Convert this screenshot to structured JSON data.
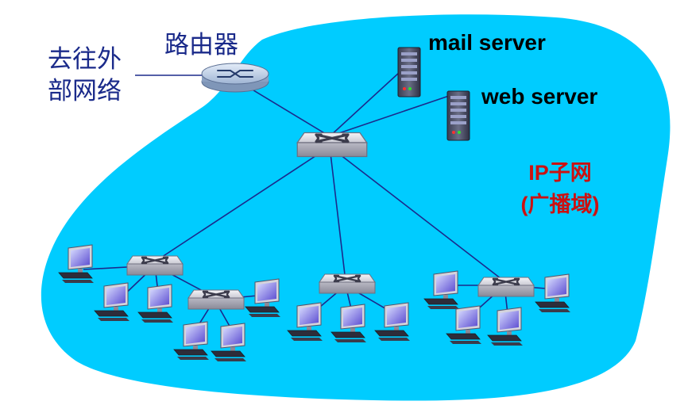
{
  "labels": {
    "external": [
      "去往外",
      "部网络"
    ],
    "router": "路由器",
    "mail_server": "mail server",
    "web_server": "web server",
    "subnet": [
      "IP子网",
      "(广播域)"
    ]
  },
  "colors": {
    "subnet_fill": "#00ccff",
    "link": "#1b2a8c",
    "device_edge": "#6f6f80",
    "label_blue": "#1a2a8a",
    "label_red": "#cc1111"
  },
  "icons": {
    "router": "router-icon",
    "switch": "switch-icon",
    "server": "server-icon",
    "host": "desktop-computer-icon"
  }
}
